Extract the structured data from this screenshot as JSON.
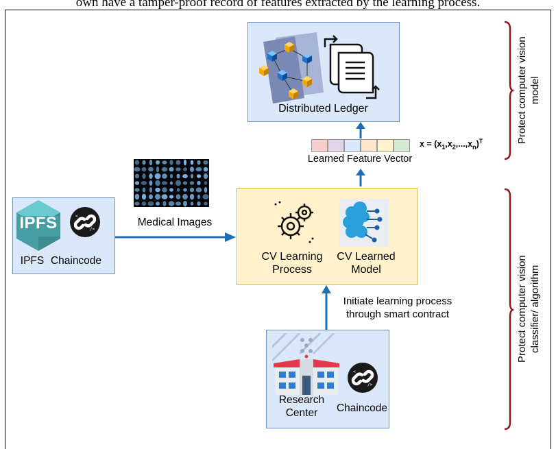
{
  "caption": "own have a tamper-proof record of features extracted by the learning process.",
  "ledger": {
    "label": "Distributed Ledger"
  },
  "feature_vector": {
    "label": "Learned Feature Vector",
    "formula_prefix": "x = (x",
    "formula_suffix": ")",
    "cell_colors": [
      "#f8cecc",
      "#e1d5e7",
      "#dae8fc",
      "#ffe6cc",
      "#fff2cc",
      "#d5e8d4"
    ]
  },
  "medical_images": {
    "label": "Medical Images"
  },
  "ipfs": {
    "logo_text": "IPFS",
    "label_ipfs": "IPFS",
    "label_chaincode": "Chaincode"
  },
  "cv": {
    "process_label_1": "CV Learning",
    "process_label_2": "Process",
    "model_label_1": "CV Learned",
    "model_label_2": "Model"
  },
  "initiate": {
    "line1": "Initiate learning process",
    "line2": "through smart contract"
  },
  "research": {
    "label_1": "Research",
    "label_2": "Center",
    "chaincode": "Chaincode"
  },
  "brackets": {
    "top": "Protect computer vision model",
    "top_line1": "Protect computer vision",
    "top_line2": "model",
    "bottom_line1": "Protect computer vision",
    "bottom_line2": "classifier/ algorithm"
  },
  "colors": {
    "arrow": "#1f6fb2",
    "box_blue": "#dbe8fa",
    "box_yellow": "#fff2cc",
    "bracket": "#8b1a1a"
  }
}
